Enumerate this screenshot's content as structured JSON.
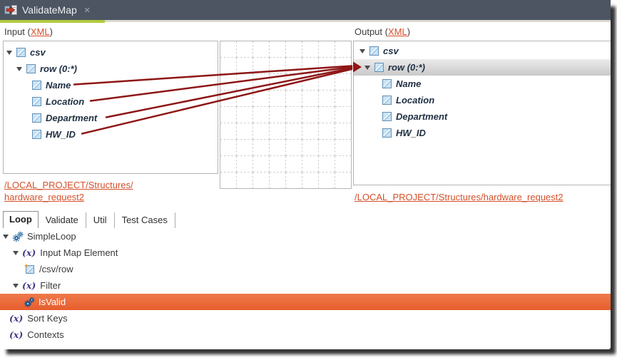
{
  "tab_bar": {
    "title": "ValidateMap",
    "close_glyph": "×"
  },
  "mapper": {
    "input": {
      "header_prefix": "Input (",
      "header_link": "XML",
      "header_suffix": ")",
      "tree": [
        "csv",
        "row (0:*)",
        "Name",
        "Location",
        "Department",
        "HW_ID"
      ],
      "link_line1": "/LOCAL_PROJECT/Structures/",
      "link_line2": "hardware_request2"
    },
    "output": {
      "header_prefix": "Output (",
      "header_link": "XML",
      "header_suffix": ")",
      "tree": [
        "csv",
        "row (0:*)",
        "Name",
        "Location",
        "Department",
        "HW_ID"
      ],
      "selected_node": "row (0:*)",
      "link": "/LOCAL_PROJECT/Structures/hardware_request2"
    },
    "connections": [
      {
        "from": "Name",
        "to": "row (0:*)"
      },
      {
        "from": "Location",
        "to": "row (0:*)"
      },
      {
        "from": "Department",
        "to": "row (0:*)"
      },
      {
        "from": "HW_ID",
        "to": "row (0:*)"
      }
    ]
  },
  "bottom": {
    "tabs": [
      "Loop",
      "Validate",
      "Util",
      "Test Cases"
    ],
    "active_tab": "Loop",
    "tree": [
      {
        "label": "SimpleLoop",
        "icon": "gears",
        "depth": 0,
        "expanded": true
      },
      {
        "label": "Input Map Element",
        "icon": "xpath",
        "depth": 1,
        "expanded": true
      },
      {
        "label": "/csv/row",
        "icon": "xml-element-new",
        "depth": 2
      },
      {
        "label": "Filter",
        "icon": "xpath",
        "depth": 1,
        "expanded": true
      },
      {
        "label": "IsValid",
        "icon": "gears",
        "depth": 2,
        "selected": true
      },
      {
        "label": "Sort Keys",
        "icon": "xpath",
        "depth": 0
      },
      {
        "label": "Contexts",
        "icon": "xpath",
        "depth": 0
      }
    ]
  },
  "colors": {
    "tab_bar_bg": "#4c5561",
    "active_tab_underline": "#b2ca3c",
    "link_orange": "#d4502a",
    "wire_red": "#8e1616",
    "selection_orange": "#ec6c3c",
    "selection_gray": "#d6d6d6"
  }
}
